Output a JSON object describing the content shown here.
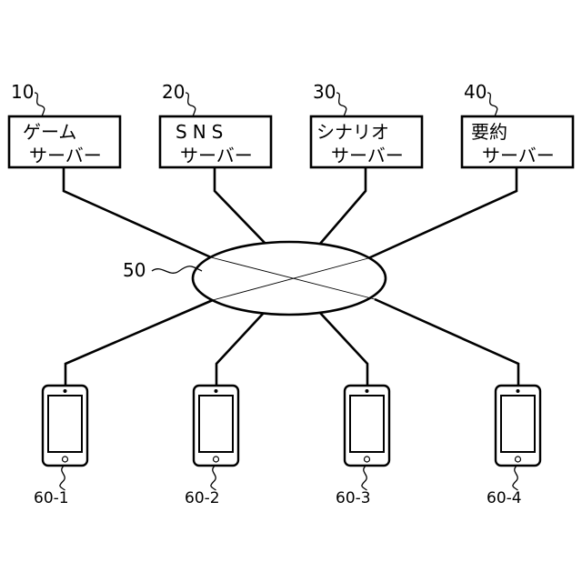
{
  "servers": [
    {
      "ref": "10",
      "line1": "ゲーム",
      "line2": "サーバー"
    },
    {
      "ref": "20",
      "line1": "SNS",
      "line2": "サーバー"
    },
    {
      "ref": "30",
      "line1": "シナリオ",
      "line2": "サーバー"
    },
    {
      "ref": "40",
      "line1": "要約",
      "line2": "サーバー"
    }
  ],
  "network": {
    "ref": "50"
  },
  "devices": [
    {
      "label": "60-1"
    },
    {
      "label": "60-2"
    },
    {
      "label": "60-3"
    },
    {
      "label": "60-4"
    }
  ],
  "colors": {
    "stroke": "#000000",
    "background": "#ffffff"
  }
}
